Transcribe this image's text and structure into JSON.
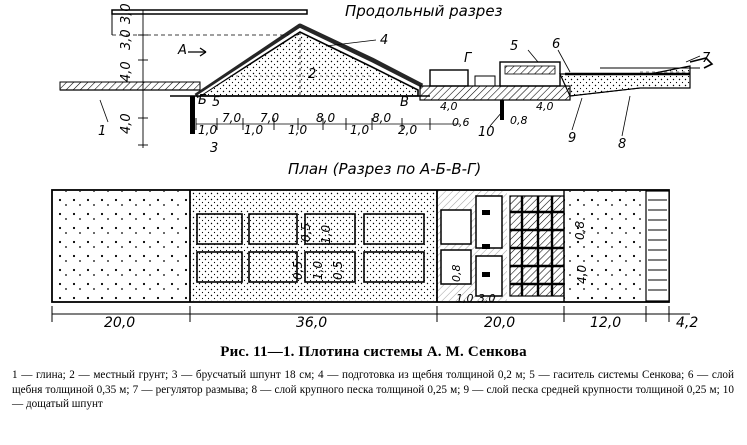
{
  "section": {
    "title": "Продольный разрез",
    "levels": [
      "3,0",
      "3,0",
      "4,0",
      "4,0"
    ],
    "part_labels": [
      "1",
      "2",
      "3",
      "4",
      "5",
      "5",
      "6",
      "7",
      "8",
      "9",
      "10"
    ],
    "points": [
      "А",
      "Б",
      "В",
      "Г"
    ],
    "slopes": [
      "1,0",
      "7,0",
      "1,0",
      "7,0",
      "1,0",
      "8,0",
      "1,0",
      "8,0",
      "2,0"
    ],
    "small_dims": [
      "4,0",
      "0,6",
      "0,8",
      "4,0"
    ]
  },
  "plan": {
    "title": "План (Разрез по А-Б-В-Г)",
    "inner_dims": [
      "0,5",
      "1,0",
      "0,5",
      "1,0",
      "0,5",
      "0,8",
      "4,0",
      "1,0",
      "3,0",
      "0,8"
    ],
    "total_dims": [
      "20,0",
      "36,0",
      "20,0",
      "12,0",
      "4,2"
    ]
  },
  "caption": "Рис. 11—1. Плотина системы А. М. Сенкова",
  "legend": "1 — глина; 2 — местный грунт; 3 — брусчатый шпунт 18 см; 4 — подготовка из щебня толщиной 0,2 м; 5 — гаситель системы Сенкова; 6 — слой щебня толщиной 0,35 м; 7 — регулятор размыва; 8 — слой крупного песка толщиной 0,25 м; 9 — слой песка средней крупности толщиной 0,25 м; 10 — дощатый шпунт"
}
